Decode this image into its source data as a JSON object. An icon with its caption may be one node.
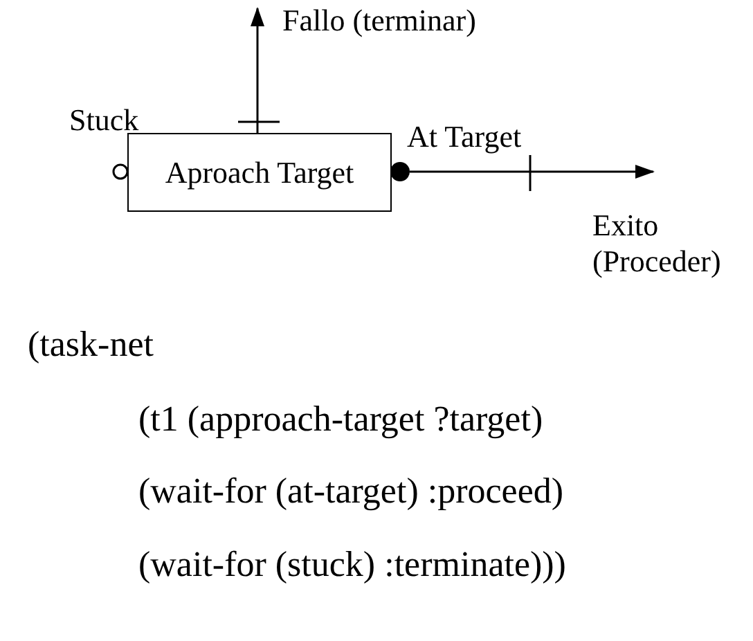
{
  "diagram": {
    "nodes": [
      {
        "text": [
          "Aproach Target"
        ]
      },
      {
        "text": [
          "Fallo (terminar)"
        ]
      },
      {
        "text": [
          "Exito (Proceder)"
        ]
      }
    ],
    "edges": [
      {
        "from": 0,
        "to": 1,
        "arrow": "to",
        "label": "Stuck"
      },
      {
        "from": 0,
        "to": 2,
        "arrow": "to",
        "label": "At Target"
      }
    ],
    "labels": [
      "(task-net",
      "(t1 (approach-target ?target)",
      "(wait-for (at-target) :proceed)",
      "(wait-for (stuck) :terminate)))"
    ]
  }
}
